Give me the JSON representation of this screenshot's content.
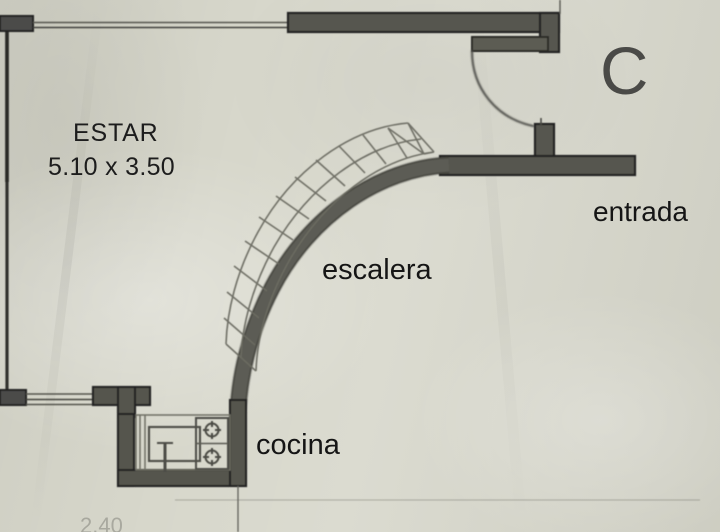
{
  "document": {
    "kind": "architectural-floor-plan",
    "sector_letter": "C",
    "background_color": "#d7d7cb",
    "wall_color": "#545450",
    "line_color": "#3a3a36"
  },
  "rooms": [
    {
      "id": "estar",
      "name": "ESTAR",
      "dimensions": "5.10 x 3.50"
    },
    {
      "id": "cocina",
      "name": "cocina"
    }
  ],
  "annotations": {
    "escalera": "escalera",
    "entrada": "entrada",
    "bottom_dimension": "2.40"
  },
  "fixtures": [
    {
      "id": "sink",
      "name": "kitchen-sink"
    },
    {
      "id": "stove",
      "name": "stove-four-burner"
    }
  ],
  "openings": [
    {
      "id": "window-top",
      "name": "window-top-wall"
    },
    {
      "id": "window-left-lower",
      "name": "window-lower-left-wall"
    },
    {
      "id": "door-entrada",
      "name": "entrance-door-swing"
    }
  ]
}
